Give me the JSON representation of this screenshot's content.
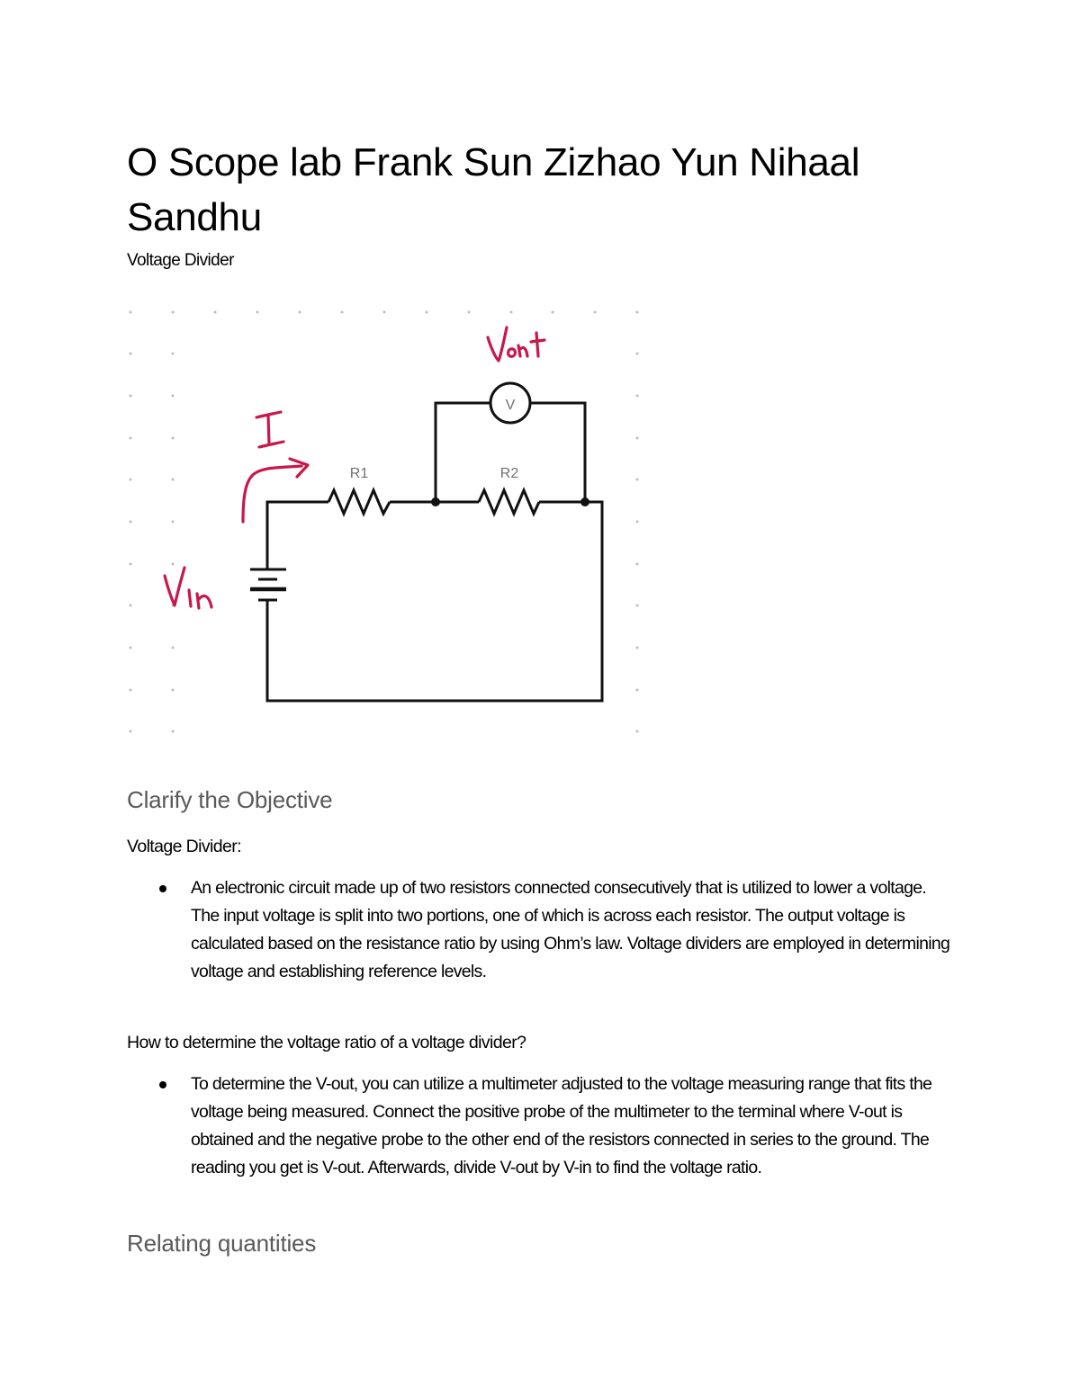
{
  "document": {
    "title": "O Scope lab Frank Sun Zizhao Yun Nihaal Sandhu",
    "subtitle": "Voltage Divider"
  },
  "figure": {
    "type": "circuit-schematic",
    "components": {
      "r1_label": "R1",
      "r2_label": "R2",
      "voltmeter_label": "V"
    },
    "annotations": {
      "current_label": "I",
      "vin_label": "Vin",
      "vout_label": "Vout",
      "ink_color": "#C8174A"
    },
    "wire_color": "#111111",
    "grid_dot_color": "#BDBDBD"
  },
  "sections": [
    {
      "heading": "Clarify the Objective",
      "subheading": "Voltage Divider:",
      "bullets": [
        "An electronic circuit made up of two resistors connected consecutively that is utilized to lower a voltage. The input voltage is split into two portions, one of which is across each resistor. The output voltage is calculated based on the resistance ratio by using Ohm’s law. Voltage dividers are employed in determining voltage and establishing reference levels."
      ],
      "question": "How to determine the voltage ratio of a voltage divider?",
      "answer_bullets": [
        "To determine the V-out, you can utilize a multimeter adjusted to the voltage measuring range that fits the voltage being measured. Connect the positive probe of the multimeter to the terminal where V-out is obtained and the negative probe to the other end of the resistors connected in series to the ground. The reading you get is V-out. Afterwards, divide V-out by V-in to find the voltage ratio."
      ]
    },
    {
      "heading": "Relating quantities"
    }
  ]
}
